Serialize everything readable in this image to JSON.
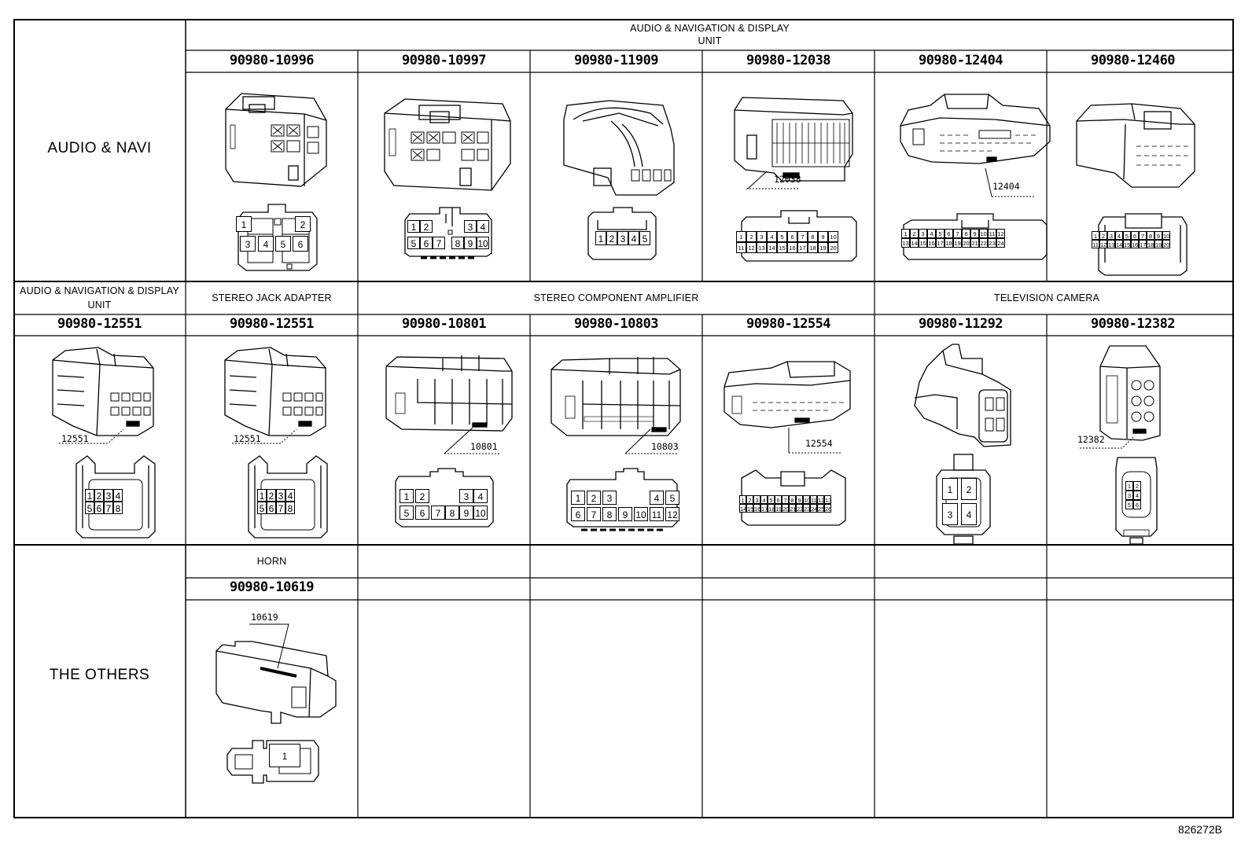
{
  "row_headers": {
    "audio_navi": "AUDIO & NAVI",
    "audio_nav_display_line1": "AUDIO & NAVIGATION & DISPLAY",
    "audio_nav_display_line2": "UNIT",
    "the_others": "THE OTHERS"
  },
  "group_headers": {
    "audio_nav_display_line1": "AUDIO & NAVIGATION & DISPLAY",
    "audio_nav_display_line2": "UNIT",
    "stereo_jack": "STEREO JACK ADAPTER",
    "stereo_amp": "STEREO COMPONENT AMPLIFIER",
    "tv_camera": "TELEVISION CAMERA",
    "horn": "HORN"
  },
  "row1_parts": [
    "90980-10996",
    "90980-10997",
    "90980-11909",
    "90980-12038",
    "90980-12404",
    "90980-12460"
  ],
  "row2_parts": [
    "90980-12551",
    "90980-12551",
    "90980-10801",
    "90980-10803",
    "90980-12554",
    "90980-11292",
    "90980-12382"
  ],
  "row3_parts": [
    "90980-10619"
  ],
  "callouts": {
    "c12038": "12038",
    "c12404": "12404",
    "c12551a": "12551",
    "c12551b": "12551",
    "c10801": "10801",
    "c10803": "10803",
    "c12554": "12554",
    "c12382": "12382",
    "c10619": "10619"
  },
  "pins": {
    "p10996": [
      "1",
      "2",
      "3",
      "4",
      "5",
      "6"
    ],
    "p10997": [
      "1",
      "2",
      "3",
      "4",
      "5",
      "6",
      "7",
      "8",
      "9",
      "10"
    ],
    "p11909": [
      "1",
      "2",
      "3",
      "4",
      "5"
    ],
    "p12038": [
      "1",
      "2",
      "3",
      "4",
      "5",
      "6",
      "7",
      "8",
      "9",
      "10",
      "11",
      "12",
      "13",
      "14",
      "15",
      "16",
      "17",
      "18",
      "19",
      "20"
    ],
    "p12404": [
      "1",
      "2",
      "3",
      "4",
      "5",
      "6",
      "7",
      "8",
      "9",
      "10",
      "11",
      "12",
      "13",
      "14",
      "15",
      "16",
      "17",
      "18",
      "19",
      "20",
      "21",
      "22",
      "23",
      "24"
    ],
    "p12460": [
      "1",
      "2",
      "3",
      "4",
      "5",
      "6",
      "7",
      "8",
      "9",
      "10",
      "11",
      "12",
      "13",
      "14",
      "15",
      "16",
      "17",
      "18",
      "19",
      "20"
    ],
    "p12551": [
      "1",
      "2",
      "3",
      "4",
      "5",
      "6",
      "7",
      "8"
    ],
    "p10801": [
      "1",
      "2",
      "3",
      "4",
      "5",
      "6",
      "7",
      "8",
      "9",
      "10"
    ],
    "p10803": [
      "1",
      "2",
      "3",
      "4",
      "5",
      "6",
      "7",
      "8",
      "9",
      "10",
      "11",
      "12"
    ],
    "p12554": [
      "1",
      "2",
      "3",
      "4",
      "5",
      "6",
      "7",
      "8",
      "9",
      "10",
      "11",
      "12",
      "13",
      "14",
      "15",
      "16",
      "17",
      "18",
      "19",
      "20",
      "21",
      "22",
      "23",
      "24",
      "25",
      "26"
    ],
    "p11292": [
      "1",
      "2",
      "3",
      "4"
    ],
    "p12382": [
      "1",
      "2",
      "3",
      "4",
      "5",
      "6"
    ],
    "p10619": [
      "1"
    ]
  },
  "figure_id": "826272B"
}
